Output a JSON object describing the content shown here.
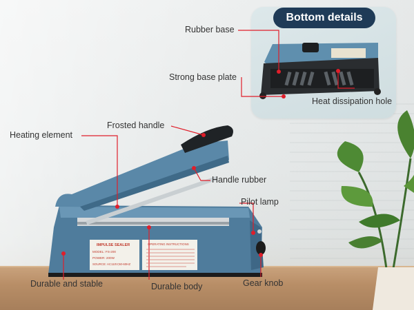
{
  "inset": {
    "title": "Bottom details"
  },
  "labels": {
    "rubber_base": "Rubber base",
    "strong_base_plate": "Strong base plate",
    "heat_dissipation_hole": "Heat dissipation hole",
    "frosted_handle": "Frosted handle",
    "heating_element": "Heating element",
    "handle_rubber": "Handle rubber",
    "pilot_lamp": "Pilot lamp",
    "durable_and_stable": "Durable and stable",
    "durable_body": "Durable body",
    "gear_knob": "Gear knob"
  },
  "device_label": {
    "title": "IMPULSE SEALER",
    "model": "MODEL: FS-200",
    "power": "POWER: 200W",
    "source": "SOURCE: AC110V;50-60HZ",
    "instructions_title": "OPERATING INSTRUCTIONS"
  },
  "colors": {
    "accent": "#e01e2a",
    "body_blue": "#4f7c9c",
    "badge": "#1f3b57"
  }
}
